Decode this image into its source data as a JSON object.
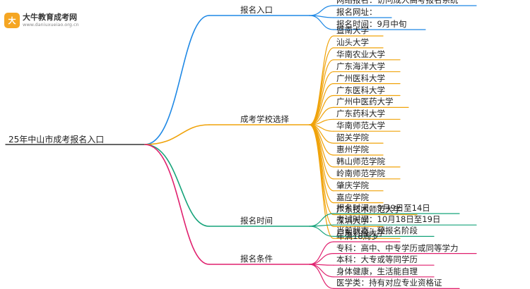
{
  "brand": {
    "badge": "大",
    "name": "大牛教育成考网",
    "url": "www.daniuxueiao.org.cn"
  },
  "root": {
    "label": "25年中山市成考报名入口",
    "color": "#333333"
  },
  "branches": [
    {
      "id": "entry",
      "label": "报名入口",
      "color": "#1e88e5",
      "children": [
        "网络报名：访问成人高考报名系统",
        "报名网址：",
        "报名时间：9月中旬"
      ]
    },
    {
      "id": "schools",
      "label": "成考学校选择",
      "color": "#f0a30a",
      "children": [
        "暨南大学",
        "汕头大学",
        "华南农业大学",
        "广东海洋大学",
        "广州医科大学",
        "广东医科大学",
        "广州中医药大学",
        "广东药科大学",
        "华南师范大学",
        "韶关学院",
        "惠州学院",
        "韩山师范学院",
        "岭南师范学院",
        "肇庆学院",
        "嘉应学院",
        "广东技术师范大学",
        "深圳大学",
        "广东财经大学"
      ]
    },
    {
      "id": "time",
      "label": "报名时间",
      "color": "#16a37a",
      "children": [
        "报名时间：9月9日至14日",
        "考试时间：10月18日至19日",
        "当前状态：预报名阶段"
      ]
    },
    {
      "id": "conditions",
      "label": "报名条件",
      "color": "#e0206e",
      "children": [
        "年满18周岁",
        "专科：高中、中专学历或同等学力",
        "本科：大专或等同学历",
        "身体健康，生活能自理",
        "医学类：持有对应专业资格证"
      ]
    }
  ]
}
